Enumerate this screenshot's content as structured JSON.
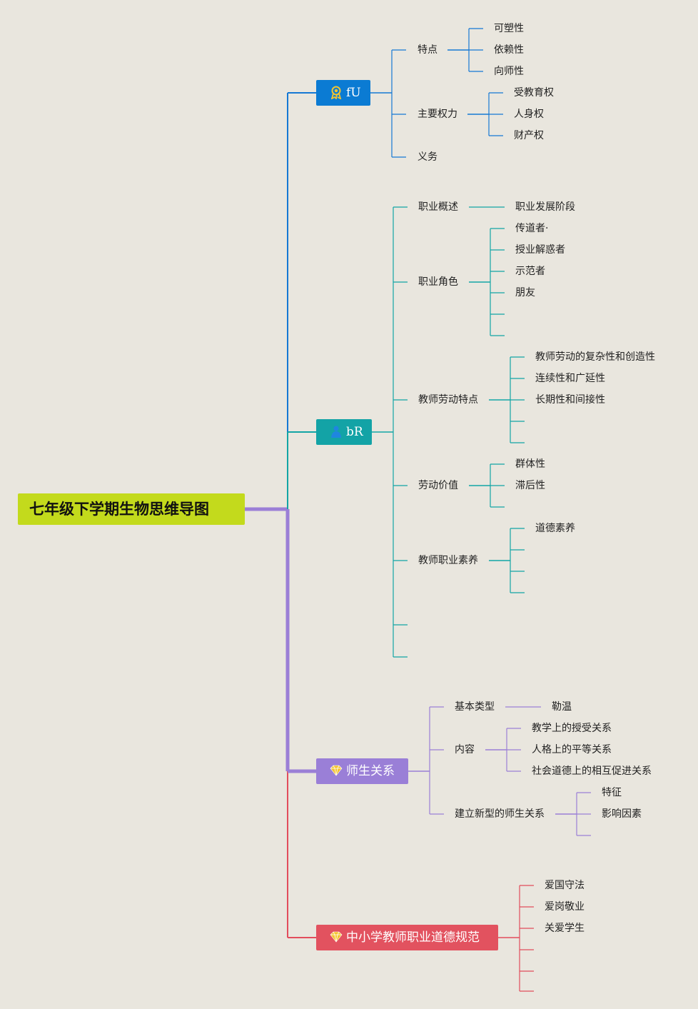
{
  "colors": {
    "background": "#e9e6de",
    "root": "#c3da1c",
    "branch_blue": "#1578d4",
    "branch_teal": "#12a5a5",
    "branch_purple": "#9b7fd6",
    "branch_red": "#e24d5c",
    "icon_gold": "#f4c430"
  },
  "root": {
    "label": "七年级下学期生物思维导图"
  },
  "branches": [
    {
      "label": "fU",
      "icon": "award-ribbon-icon",
      "children": [
        {
          "label": "特点",
          "children": [
            {
              "label": "可塑性"
            },
            {
              "label": "依赖性"
            },
            {
              "label": "向师性"
            }
          ]
        },
        {
          "label": "主要权力",
          "children": [
            {
              "label": "受教育权"
            },
            {
              "label": "人身权"
            },
            {
              "label": "财产权"
            }
          ]
        },
        {
          "label": "义务"
        }
      ]
    },
    {
      "label": "bR",
      "icon": "person-icon",
      "children": [
        {
          "label": "职业概述",
          "children": [
            {
              "label": "职业发展阶段"
            }
          ]
        },
        {
          "label": "职业角色",
          "children": [
            {
              "label": "传道者·"
            },
            {
              "label": "授业解惑者"
            },
            {
              "label": "示范者"
            },
            {
              "label": "朋友"
            },
            {
              "label": ""
            },
            {
              "label": ""
            }
          ]
        },
        {
          "label": "教师劳动特点",
          "children": [
            {
              "label": "教师劳动的复杂性和创造性"
            },
            {
              "label": "连续性和广延性"
            },
            {
              "label": "长期性和间接性"
            },
            {
              "label": ""
            },
            {
              "label": ""
            }
          ]
        },
        {
          "label": "劳动价值",
          "children": [
            {
              "label": "群体性"
            },
            {
              "label": "滞后性"
            },
            {
              "label": ""
            }
          ]
        },
        {
          "label": "教师职业素养",
          "children": [
            {
              "label": "道德素养"
            },
            {
              "label": ""
            },
            {
              "label": ""
            },
            {
              "label": ""
            }
          ]
        },
        {
          "label": ""
        },
        {
          "label": ""
        }
      ]
    },
    {
      "label": "师生关系",
      "icon": "diamond-icon",
      "children": [
        {
          "label": "基本类型",
          "children": [
            {
              "label": "勒温"
            }
          ]
        },
        {
          "label": "内容",
          "children": [
            {
              "label": "教学上的授受关系"
            },
            {
              "label": "人格上的平等关系"
            },
            {
              "label": "社会道德上的相互促进关系"
            }
          ]
        },
        {
          "label": "建立新型的师生关系",
          "children": [
            {
              "label": "特征"
            },
            {
              "label": "影响因素"
            },
            {
              "label": ""
            }
          ]
        }
      ]
    },
    {
      "label": "中小学教师职业道德规范",
      "icon": "diamond-icon",
      "children": [
        {
          "label": "爱国守法"
        },
        {
          "label": "爱岗敬业"
        },
        {
          "label": "关爱学生"
        },
        {
          "label": ""
        },
        {
          "label": ""
        },
        {
          "label": ""
        }
      ]
    }
  ]
}
